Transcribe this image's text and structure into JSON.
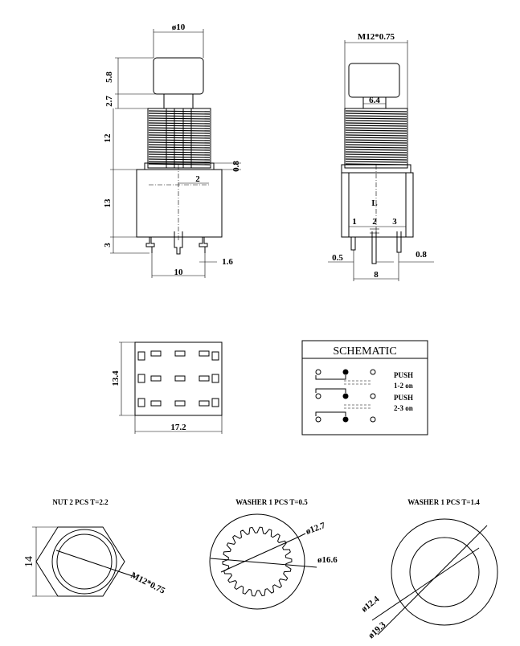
{
  "dims": {
    "cap_dia": "ø10",
    "thread_spec": "M12*0.75",
    "cap_h": "5.8",
    "collar_h": "2.7",
    "thread_len": "12",
    "shaft_w": "6.4",
    "body_h": "13",
    "pin_h": "3",
    "gap_08": "0.8",
    "center_off": "2",
    "pin_span_front": "10",
    "pin_w": "1.6",
    "pin_05": "0.5",
    "pin_08": "0.8",
    "pin_span_side": "8",
    "bot_h": "13.4",
    "bot_w": "17.2"
  },
  "pins": {
    "p1": "1",
    "p2": "2",
    "p3": "3",
    "l_mark": "L"
  },
  "schematic": {
    "title": "SCHEMATIC",
    "push1": "PUSH",
    "state1": "1-2 on",
    "push2": "PUSH",
    "state2": "2-3 on"
  },
  "parts": {
    "nut_label": "NUT 2 PCS T=2.2",
    "washer1_label": "WASHER 1 PCS T=0.5",
    "washer2_label": "WASHER 1 PCS T=1.4",
    "nut_h": "14",
    "nut_thread": "M12*0.75",
    "w1_inner": "ø12.7",
    "w1_outer": "ø16.6",
    "w2_inner": "ø12.4",
    "w2_outer": "ø19.3"
  }
}
